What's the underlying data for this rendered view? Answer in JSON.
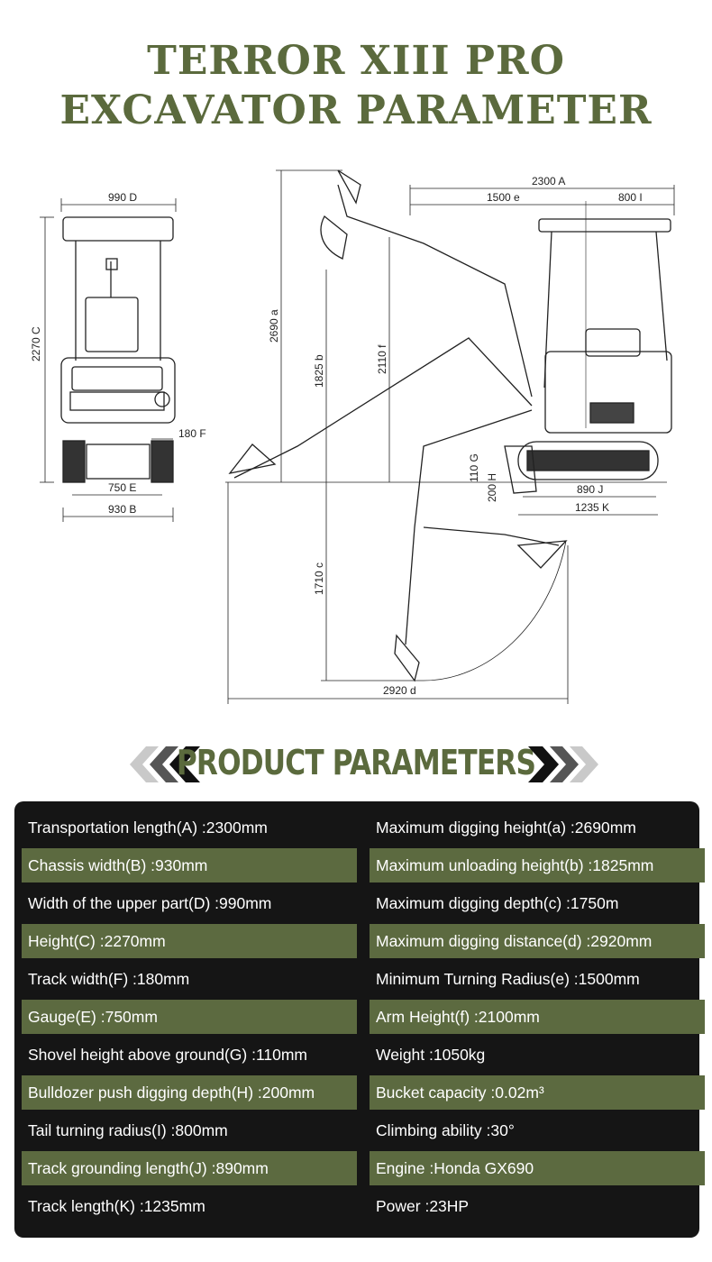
{
  "title": {
    "line1": "TERROR XIII PRO",
    "line2": "EXCAVATOR PARAMETER"
  },
  "diagram": {
    "front_labels": {
      "D": "990  D",
      "C": "2270  C",
      "F": "180  F",
      "E": "750  E",
      "B": "930  B"
    },
    "side_labels": {
      "A": "2300      A",
      "e": "1500    e",
      "I": "800   I",
      "a": "2690   a",
      "b": "1825   b",
      "f": "2110   f",
      "G": "110  G",
      "H": "200  H",
      "J": "890   J",
      "K": "1235   K",
      "c": "1710   c",
      "d": "2920   d"
    }
  },
  "section": {
    "heading": "PRODUCT PARAMETERS"
  },
  "params": {
    "left": [
      {
        "text": "Transportation length(A) :2300mm"
      },
      {
        "text": "Chassis width(B) :930mm"
      },
      {
        "text": "Width of the upper part(D) :990mm"
      },
      {
        "text": "Height(C) :2270mm"
      },
      {
        "text": "Track width(F) :180mm"
      },
      {
        "text": "Gauge(E) :750mm"
      },
      {
        "text": "Shovel height above ground(G) :110mm"
      },
      {
        "text": "Bulldozer push digging depth(H) :200mm"
      },
      {
        "text": "Tail turning radius(I) :800mm"
      },
      {
        "text": "Track grounding length(J) :890mm"
      },
      {
        "text": "Track length(K) :1235mm"
      }
    ],
    "right": [
      {
        "text": "Maximum digging height(a) :2690mm"
      },
      {
        "text": "Maximum unloading height(b) :1825mm"
      },
      {
        "text": "Maximum digging depth(c) :1750m"
      },
      {
        "text": "Maximum digging distance(d) :2920mm"
      },
      {
        "text": "Minimum Turning Radius(e) :1500mm"
      },
      {
        "text": "Arm Height(f) :2100mm"
      },
      {
        "text": "Weight :1050kg"
      },
      {
        "text": "Bucket capacity :0.02m³"
      },
      {
        "text": "Climbing ability :30°"
      },
      {
        "text": "Engine :Honda GX690"
      },
      {
        "text": "Power :23HP"
      }
    ]
  },
  "colors": {
    "brand_olive": "#5b6a3d",
    "row_highlight": "#5c6a40",
    "panel_bg": "#151515"
  }
}
